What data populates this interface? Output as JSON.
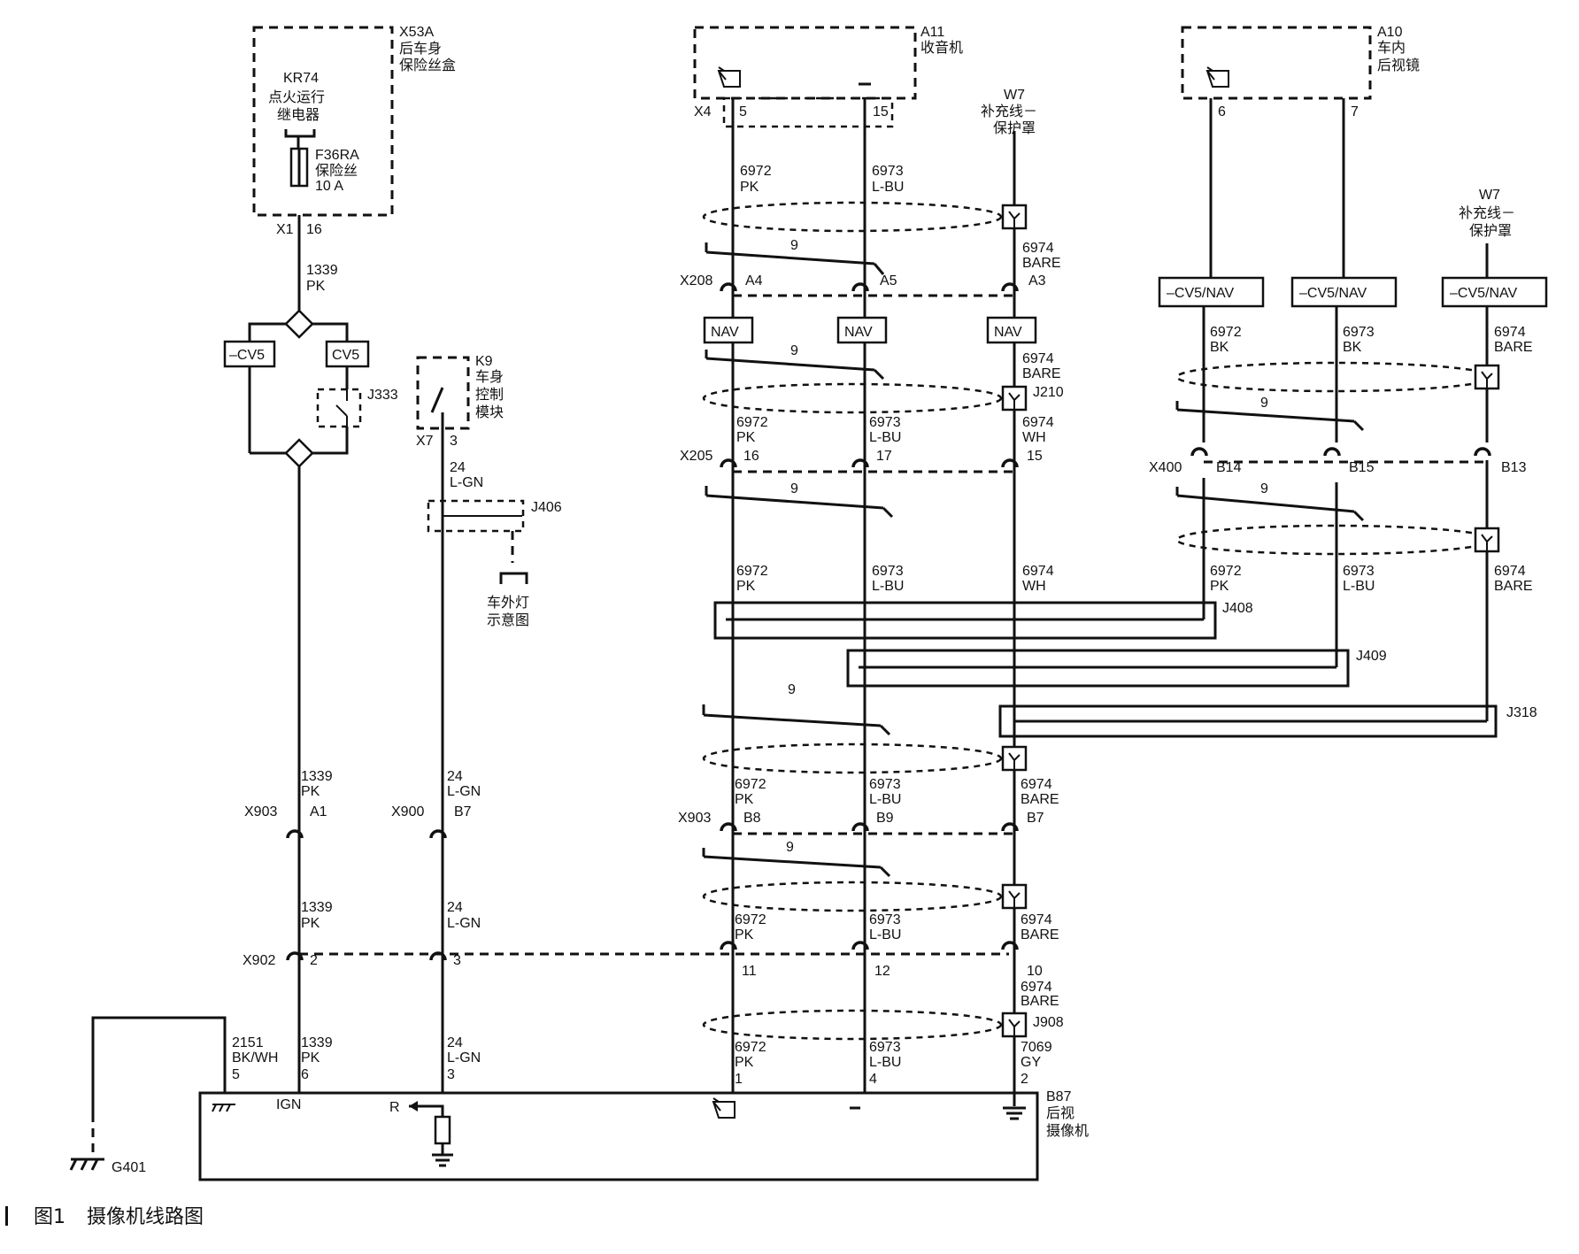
{
  "caption": {
    "figure_no": "图1",
    "title": "摄像机线路图"
  },
  "components": {
    "x53a": {
      "id": "X53A",
      "name1": "后车身",
      "name2": "保险丝盒"
    },
    "kr74": {
      "id": "KR74",
      "name1": "点火运行",
      "name2": "继电器"
    },
    "f36ra": {
      "id": "F36RA",
      "name": "保险丝",
      "rating": "10 A"
    },
    "a11": {
      "id": "A11",
      "name": "收音机"
    },
    "a10": {
      "id": "A10",
      "name1": "车内",
      "name2": "后视镜"
    },
    "w7": {
      "id": "W7",
      "name1": "补充线－",
      "name2": "保护罩"
    },
    "k9": {
      "id": "K9",
      "name1": "车身",
      "name2": "控制",
      "name3": "模块"
    },
    "ext_light": {
      "name1": "车外灯",
      "name2": "示意图"
    },
    "b87": {
      "id": "B87",
      "name1": "后视",
      "name2": "摄像机",
      "pin_ign": "IGN",
      "pin_r": "R"
    },
    "g401": {
      "id": "G401"
    }
  },
  "options": {
    "cv5_neg": "–CV5",
    "cv5": "CV5",
    "nav": "NAV",
    "cv5_nav": "–CV5/NAV"
  },
  "splices": {
    "j333": "J333",
    "j406": "J406",
    "j210": "J210",
    "j408": "J408",
    "j409": "J409",
    "j318": "J318",
    "j908": "J908"
  },
  "connectors": {
    "x1": "X1",
    "x4": "X4",
    "x7": "X7",
    "x208": "X208",
    "x205": "X205",
    "x400": "X400",
    "x903": "X903",
    "x900": "X900",
    "x902": "X902"
  },
  "pins": {
    "x1": "16",
    "x4_a": "5",
    "x4_b": "15",
    "a10_a": "6",
    "a10_b": "7",
    "x7": "3",
    "x208_a": "A4",
    "x208_b": "A5",
    "x208_c": "A3",
    "x205_a": "16",
    "x205_b": "17",
    "x205_c": "15",
    "x400_a": "B14",
    "x400_b": "B15",
    "x400_c": "B13",
    "x903_l": "A1",
    "x900": "B7",
    "x903_a": "B8",
    "x903_b": "B9",
    "x903_c": "B7",
    "x902_a": "2",
    "x902_b": "3",
    "x902_c": "11",
    "x902_d": "12",
    "x902_e": "10",
    "b87_gnd": "5",
    "b87_ign": "6",
    "b87_r": "3",
    "b87_a": "1",
    "b87_b": "4",
    "b87_c": "2"
  },
  "twist_count": "9",
  "wires": {
    "w1339": {
      "num": "1339",
      "color": "PK"
    },
    "w24": {
      "num": "24",
      "color": "L-GN"
    },
    "w2151": {
      "num": "2151",
      "color": "BK/WH"
    },
    "w6972": {
      "num": "6972",
      "pk": "PK",
      "bk": "BK"
    },
    "w6973": {
      "num": "6973",
      "lbu": "L-BU",
      "bk": "BK"
    },
    "w6974": {
      "num": "6974",
      "bare": "BARE",
      "wh": "WH"
    },
    "w7069": {
      "num": "7069",
      "color": "GY"
    }
  }
}
